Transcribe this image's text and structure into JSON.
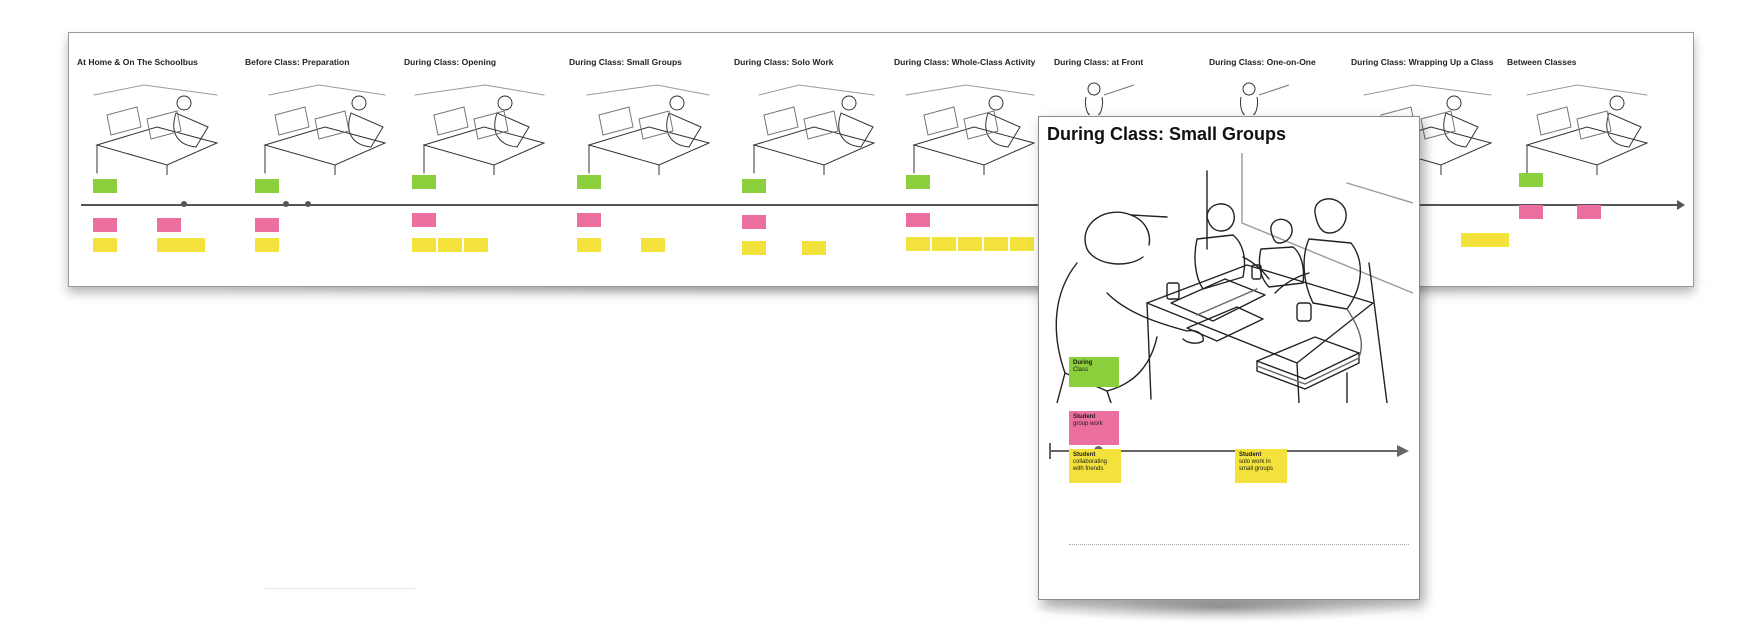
{
  "strip": {
    "scenes": [
      {
        "title": "At Home & On The Schoolbus"
      },
      {
        "title": "Before Class: Preparation"
      },
      {
        "title": "During Class: Opening"
      },
      {
        "title": "During Class: Small Groups"
      },
      {
        "title": "During Class: Solo Work"
      },
      {
        "title": "During Class: Whole-Class Activity"
      },
      {
        "title": "During Class: at Front"
      },
      {
        "title": "During Class: One-on-One"
      },
      {
        "title": "During Class: Wrapping Up a Class"
      },
      {
        "title": "Between Classes"
      }
    ]
  },
  "card": {
    "title": "During Class: Small Groups",
    "phase_note": {
      "title": "During",
      "text": "Class"
    },
    "notes": [
      {
        "title": "Student",
        "text": "group work"
      },
      {
        "title": "Student",
        "text": "collaborating with friends"
      },
      {
        "title": "Student",
        "text": "solo work in small groups"
      }
    ]
  },
  "colors": {
    "phase": "#8ccf3c",
    "activity": "#ec6fa0",
    "detail": "#f4e23c"
  }
}
